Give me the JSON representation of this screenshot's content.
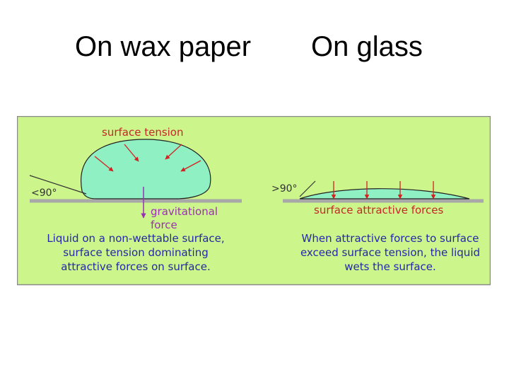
{
  "titles": {
    "left": "On wax paper",
    "right": "On glass"
  },
  "diagram": {
    "left": {
      "surface_tension_label": "surface tension",
      "angle_label": "<90°",
      "gravity_label_line1": "gravitational",
      "gravity_label_line2": "force",
      "caption_line1": "Liquid on a non-wettable surface,",
      "caption_line2": "surface tension dominating",
      "caption_line3": "attractive forces on surface."
    },
    "right": {
      "angle_label": ">90°",
      "forces_label": "surface attractive forces",
      "caption_line1": "When attractive forces to surface",
      "caption_line2": "exceed surface tension, the liquid",
      "caption_line3": "wets the surface."
    },
    "colors": {
      "background": "#ccf58c",
      "border": "#8a8a8a",
      "droplet": "#8ff0c3",
      "surface": "#a8a8a8",
      "red_label": "#c62828",
      "arrow_red": "#d42020",
      "gravity": "#9b2fb6",
      "caption": "#2727a8"
    }
  }
}
